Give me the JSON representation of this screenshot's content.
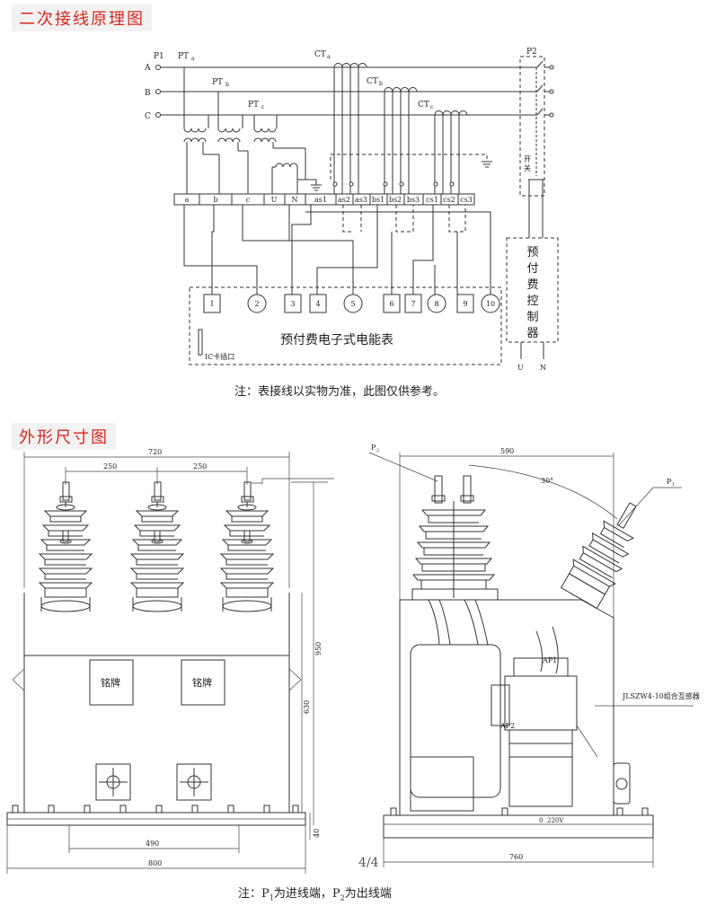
{
  "sections": {
    "wiring_title": "二次接线原理图",
    "dims_title": "外形尺寸图"
  },
  "wiring": {
    "p1": "P1",
    "phases": [
      "A",
      "B",
      "C"
    ],
    "pt_labels": [
      "PT",
      "PT",
      "PT"
    ],
    "pt_subs": [
      "a",
      "b",
      "c"
    ],
    "ct_labels": [
      "CT",
      "CT",
      "CT"
    ],
    "ct_subs": [
      "a",
      "b",
      "c"
    ],
    "p2": "P2",
    "switch_label": [
      "开",
      "关"
    ],
    "terminals": [
      "a",
      "b",
      "c",
      "U",
      "N",
      "as1",
      "as2",
      "as3",
      "bs1",
      "bs2",
      "bs3",
      "cs1",
      "cs2",
      "cs3"
    ],
    "meter_terminals": [
      "1",
      "2",
      "3",
      "4",
      "5",
      "6",
      "7",
      "8",
      "9",
      "10"
    ],
    "meter_label": "预付费电子式电能表",
    "ic_slot": "IC卡插口",
    "controller_label": [
      "预",
      "付",
      "费",
      "控",
      "制",
      "器"
    ],
    "controller_terms": [
      "U",
      "N"
    ],
    "note": "注：表接线以实物为准，此图仅供参考。"
  },
  "dims": {
    "front": {
      "width_total": "720",
      "spacing_left": "250",
      "spacing_right": "250",
      "height_950": "950",
      "height_630": "630",
      "base_40": "40",
      "mount_490": "490",
      "base_800": "800",
      "nameplates": [
        "铭牌",
        "铭牌"
      ]
    },
    "side": {
      "p2": "P",
      "p2_sub": "2",
      "p1": "P",
      "p1_sub": "1",
      "width_590": "590",
      "angle": "30°",
      "ap1": "AP1",
      "ap2": "AP2",
      "model": "JLSZW4-10组合互感器",
      "voltage": "220V",
      "zero": "0",
      "base_760": "760"
    },
    "page_number": "4/4",
    "note_prefix": "注：P",
    "note_s1": "1",
    "note_mid": "为进线端，P",
    "note_s2": "2",
    "note_suffix": "为出线端"
  }
}
